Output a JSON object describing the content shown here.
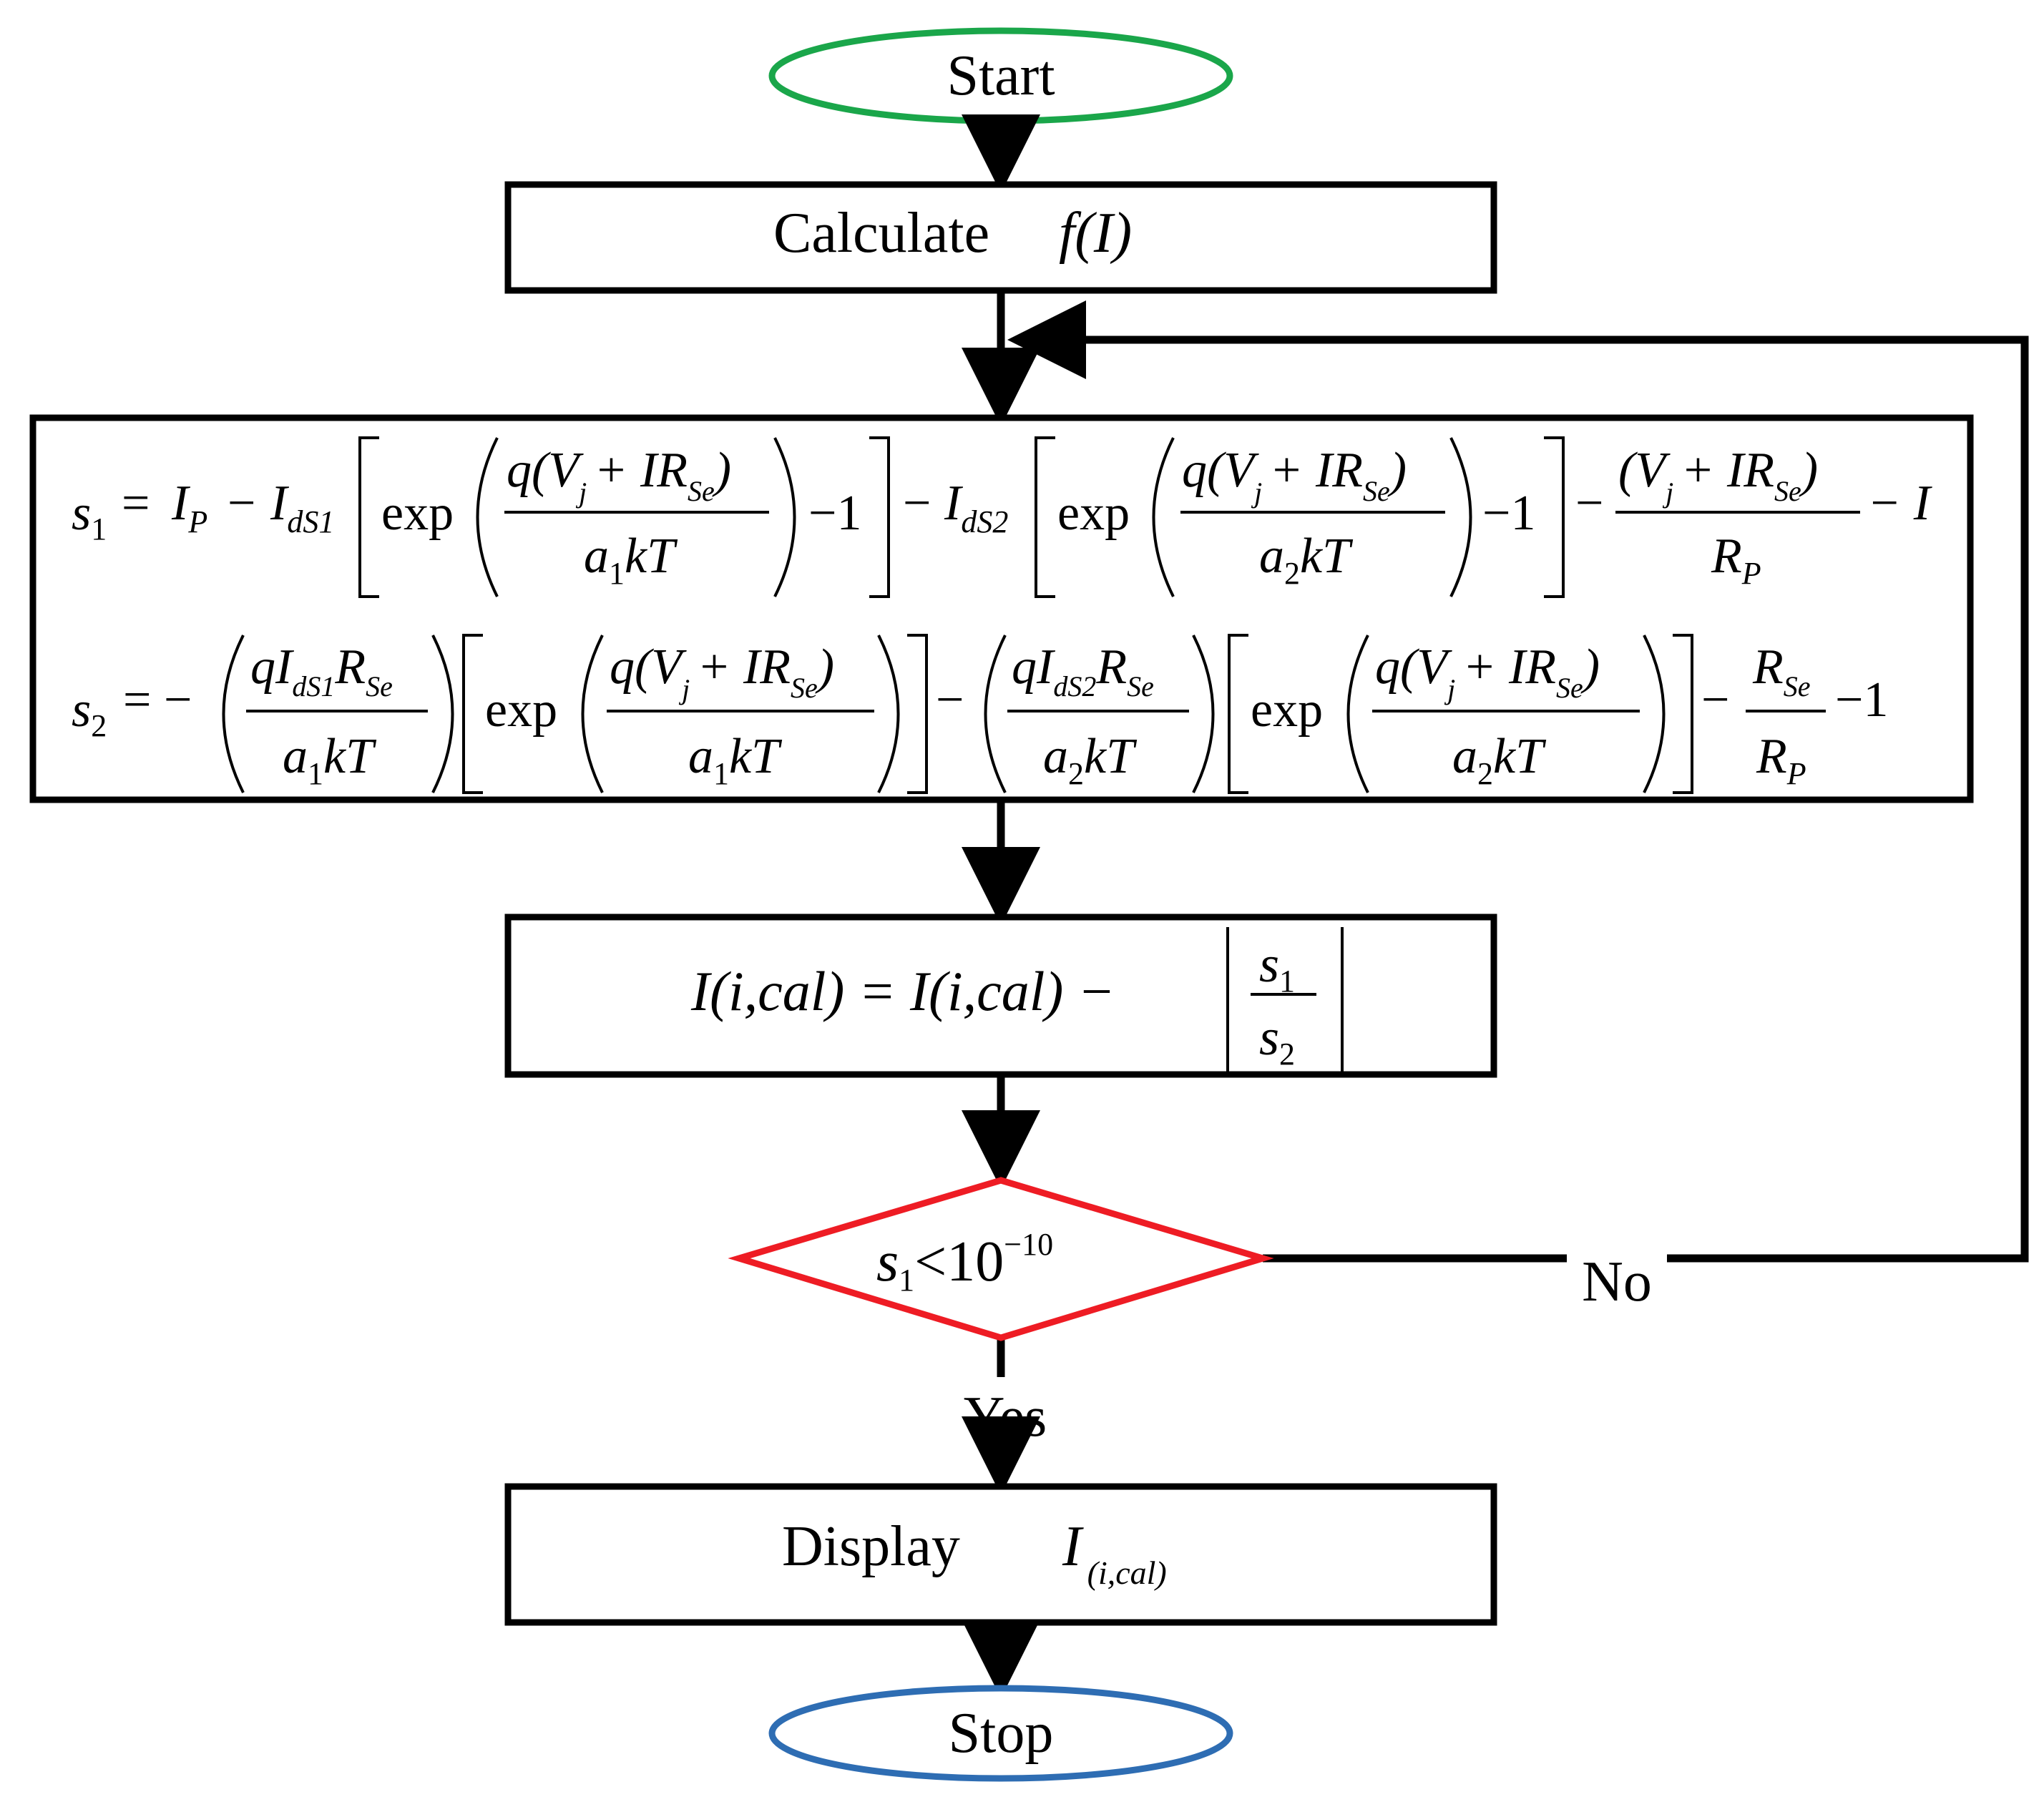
{
  "colors": {
    "start_oval": "#1aa64a",
    "stop_oval": "#2e6db3",
    "decision": "#ee1c24",
    "line": "#000000"
  },
  "start_label": "Start",
  "stop_label": "Stop",
  "calc": {
    "word": "Calculate",
    "func": "f(I)"
  },
  "eq1": {
    "lhs": "s",
    "lhs_sub": "1",
    "eq": "=",
    "Ip": "I",
    "Ip_sub": "P",
    "minus": "−",
    "Ids1": "I",
    "Ids1_sub": "dS1",
    "exp": "exp",
    "num": "q(V",
    "num_j": "j",
    "num_rest": "+ IR",
    "num_se": "Se",
    "close": ")",
    "den1_a": "a",
    "den1_sub": "1",
    "den1_kt": "kT",
    "minus1": "−1",
    "Ids2": "I",
    "Ids2_sub": "dS2",
    "den2_a": "a",
    "den2_sub": "2",
    "den2_kt": "kT",
    "frac3_num": "(V",
    "frac3_j": "j",
    "frac3_rest": "+ IR",
    "frac3_se": "Se",
    "frac3_close": ")",
    "frac3_den": "R",
    "frac3_den_sub": "P",
    "tail": "− I"
  },
  "eq2": {
    "lhs": "s",
    "lhs_sub": "2",
    "eq_minus": "= −",
    "f1_num": "qI",
    "f1_num_sub": "dS1",
    "f1_num_R": "R",
    "f1_num_se": "Se",
    "f1_den_a": "a",
    "f1_den_sub": "1",
    "f1_den_kt": "kT",
    "exp": "exp",
    "num": "q(V",
    "num_j": "j",
    "num_rest": "+ IR",
    "num_se": "Se",
    "close": ")",
    "minus": "−",
    "f2_num": "qI",
    "f2_num_sub": "dS2",
    "f2_num_R": "R",
    "f2_num_se": "Se",
    "f2_den_a": "a",
    "f2_den_sub": "2",
    "f2_den_kt": "kT",
    "f3_num": "R",
    "f3_num_sub": "Se",
    "f3_den": "R",
    "f3_den_sub": "P",
    "tail": "−1"
  },
  "update": {
    "lhs": "I(i,cal) = I(i,cal) −",
    "frac_num": "s",
    "frac_num_sub": "1",
    "frac_den": "s",
    "frac_den_sub": "2"
  },
  "decision": {
    "s": "s",
    "s_sub": "1",
    "rel": "<10",
    "sup": "−10"
  },
  "no_label": "No",
  "yes_label": "Yes",
  "display": {
    "word": "Display",
    "var": "I",
    "var_sub": "(i,cal)"
  }
}
